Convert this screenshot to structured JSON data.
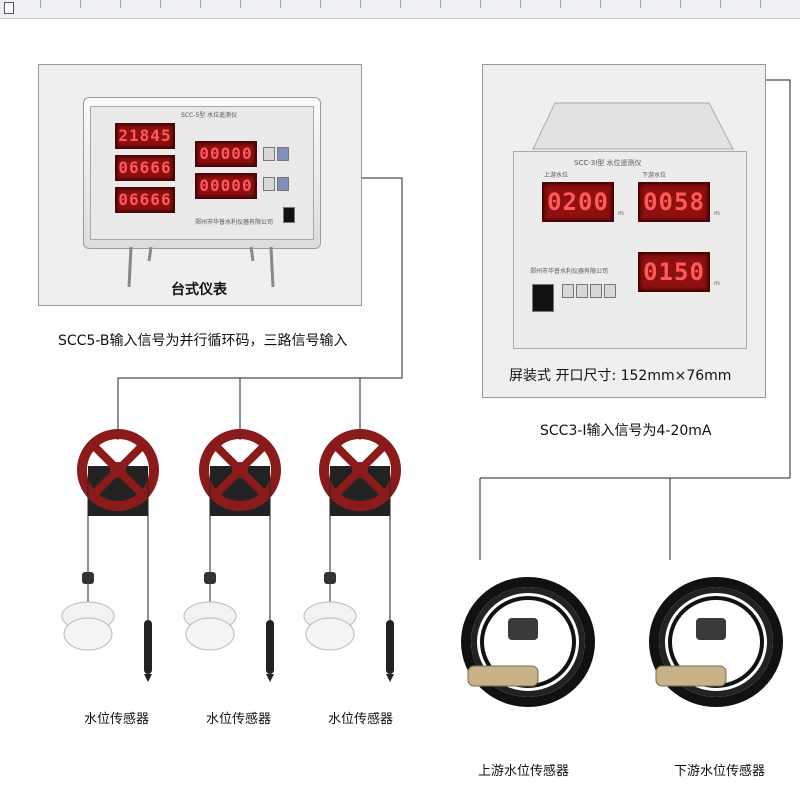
{
  "desktop_meter": {
    "caption": "台式仪表",
    "model_label": "SCC-5型 水位遥测仪",
    "readouts_left": [
      "21845",
      "06666",
      "06666"
    ],
    "readouts_right": [
      "00000",
      "00000"
    ],
    "footer": "郑州市华普水利仪器有限公司"
  },
  "desktop_note": "SCC5-B输入信号为并行循环码，三路信号输入",
  "panel_meter": {
    "model_label": "SCC-3I型 水位遥测仪",
    "upper_label": "上游水位",
    "lower_label": "下游水位",
    "readouts": [
      "0200",
      "0058",
      "0150"
    ],
    "unit": "m",
    "caption": "屏装式  开口尺寸: 152mm×76mm",
    "footer": "郑州市华普水利仪器有限公司"
  },
  "panel_note": "SCC3-I输入信号为4-20mA",
  "float_sensors": [
    "水位传感器",
    "水位传感器",
    "水位传感器"
  ],
  "pressure_sensors": [
    "上游水位传感器",
    "下游水位传感器"
  ]
}
